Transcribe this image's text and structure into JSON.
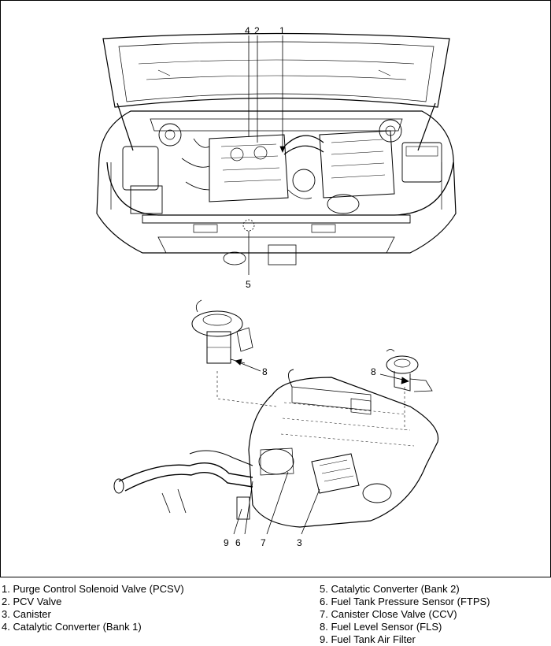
{
  "top_callouts": [
    "4",
    "2",
    "1",
    "5"
  ],
  "bottom_callouts": [
    "8",
    "8",
    "9",
    "6",
    "7",
    "3"
  ],
  "legend": {
    "left": [
      "1. Purge Control Solenoid Valve (PCSV)",
      "2. PCV Valve",
      "3. Canister",
      "4. Catalytic Converter (Bank 1)"
    ],
    "right": [
      "5. Catalytic Converter (Bank 2)",
      "6. Fuel Tank Pressure Sensor (FTPS)",
      "7. Canister Close Valve (CCV)",
      "8. Fuel Level Sensor (FLS)",
      "9. Fuel Tank Air Filter"
    ]
  }
}
